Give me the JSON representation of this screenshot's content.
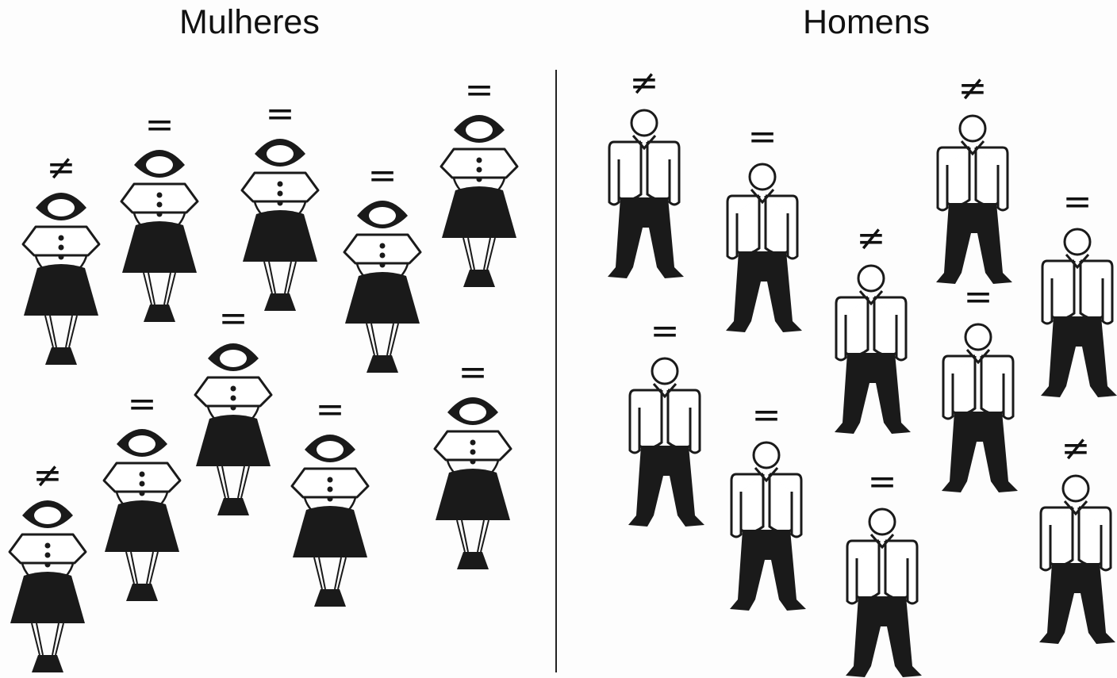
{
  "titles": {
    "women": "Mulheres",
    "men": "Homens"
  },
  "symbols": {
    "equal": "=",
    "not_equal": "≠"
  },
  "women": [
    "not_equal",
    "equal",
    "equal",
    "equal",
    "equal",
    "equal",
    "equal",
    "equal",
    "equal",
    "not_equal"
  ],
  "men": [
    "not_equal",
    "equal",
    "not_equal",
    "equal",
    "not_equal",
    "equal",
    "equal",
    "equal",
    "equal",
    "not_equal"
  ],
  "colors": {
    "ink": "#1a1a1a",
    "paper": "#ffffff"
  }
}
